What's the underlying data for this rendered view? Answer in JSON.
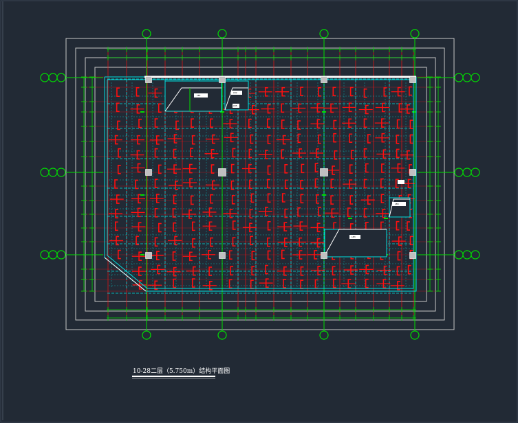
{
  "drawing": {
    "title": "10-28二层（5.750m）结构平面图",
    "colors": {
      "background": "#222a35",
      "frame": "#c8c8c8",
      "axis": "#00e000",
      "beam_cyan": "#00e0e0",
      "rebar_red": "#ff1010",
      "column": "#c0c0c0",
      "annotation": "#ffffff"
    },
    "labels": {
      "room_a": "LB1",
      "room_b": "LB2",
      "room_c": "LB3",
      "room_d": "LB4",
      "room_e": "LB5"
    }
  }
}
